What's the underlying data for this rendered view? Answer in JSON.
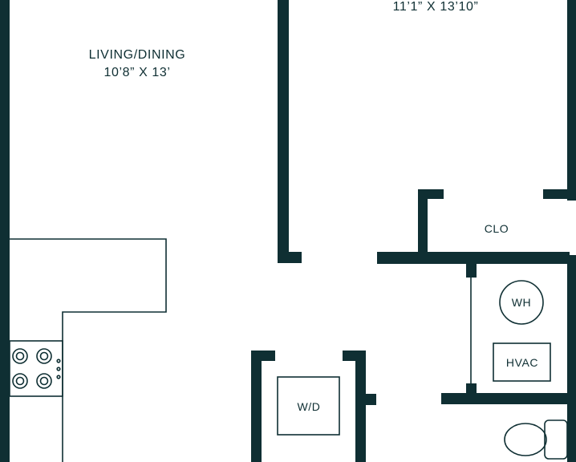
{
  "rooms": {
    "living_dining": {
      "name": "LIVING/DINING",
      "dimensions": "10’8” X 13’"
    },
    "bedroom": {
      "dimensions": "11’1” X 13’10”"
    }
  },
  "fixtures": {
    "closet": "CLO",
    "water_heater": "WH",
    "hvac": "HVAC",
    "washer_dryer": "W/D"
  },
  "colors": {
    "wall": "#0f2f33",
    "background": "#ffffff"
  }
}
